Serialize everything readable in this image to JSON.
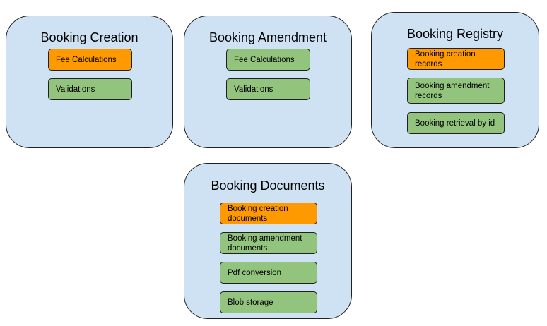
{
  "colors": {
    "group_fill": "#cfe2f3",
    "green_item": "#93c47d",
    "orange_item": "#ff9900",
    "border": "#1f1f1f"
  },
  "groups": [
    {
      "title": "Booking Creation",
      "items": [
        {
          "label": "Fee Calculations",
          "color": "orange"
        },
        {
          "label": "Validations",
          "color": "green"
        }
      ]
    },
    {
      "title": "Booking Amendment",
      "items": [
        {
          "label": "Fee Calculations",
          "color": "green"
        },
        {
          "label": "Validations",
          "color": "green"
        }
      ]
    },
    {
      "title": "Booking Registry",
      "items": [
        {
          "label": "Booking creation records",
          "color": "orange"
        },
        {
          "label": "Booking amendment records",
          "color": "green"
        },
        {
          "label": "Booking retrieval by id",
          "color": "green"
        }
      ]
    },
    {
      "title": "Booking Documents",
      "items": [
        {
          "label": "Booking creation documents",
          "color": "orange"
        },
        {
          "label": "Booking amendment documents",
          "color": "green"
        },
        {
          "label": "Pdf conversion",
          "color": "green"
        },
        {
          "label": "Blob storage",
          "color": "green"
        }
      ]
    }
  ]
}
